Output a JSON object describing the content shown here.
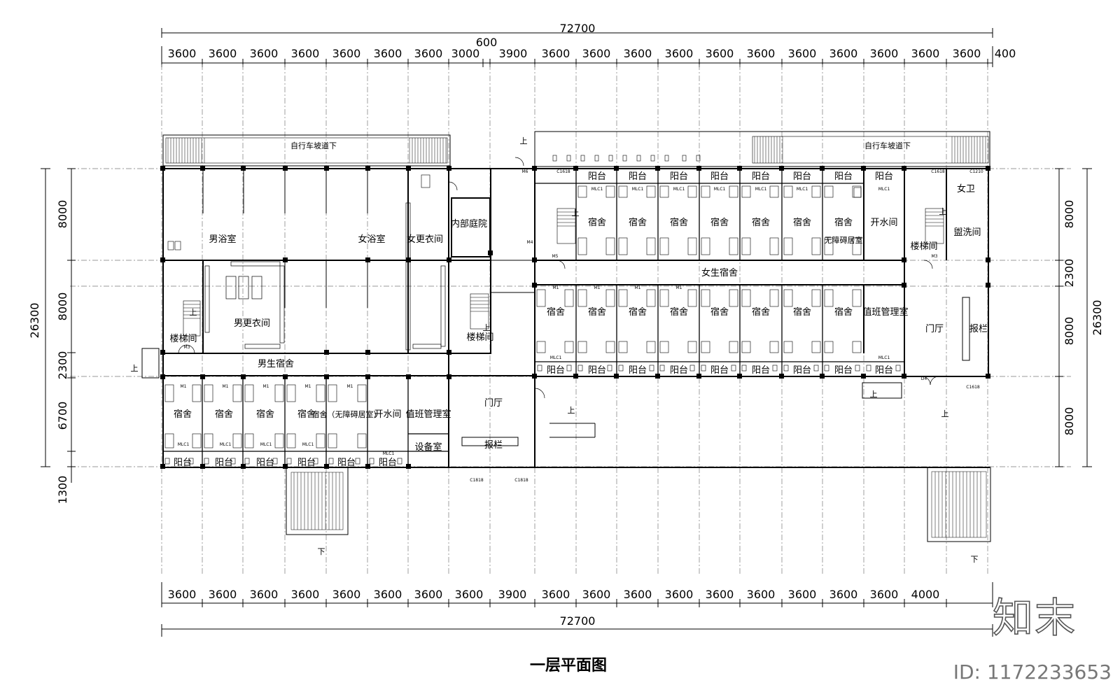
{
  "title": "一层平面图",
  "top_overall_dim": "72700",
  "top_mid_dim": "600",
  "top_dims": [
    "3600",
    "3600",
    "3600",
    "3600",
    "3600",
    "3600",
    "3600",
    "3000",
    "3900",
    "3600",
    "3600",
    "3600",
    "3600",
    "3600",
    "3600",
    "3600",
    "3600",
    "3600",
    "3600",
    "3600",
    "400"
  ],
  "bottom_dims": [
    "3600",
    "3600",
    "3600",
    "3600",
    "3600",
    "3600",
    "3600",
    "3600",
    "3900",
    "3600",
    "3600",
    "3600",
    "3600",
    "3600",
    "3600",
    "3600",
    "3600",
    "3600",
    "4000"
  ],
  "bottom_overall_dim": "72700",
  "left_dims": [
    "8000",
    "8000",
    "2300",
    "6700",
    "1300"
  ],
  "left_overall_dim": "26300",
  "right_dims": [
    "8000",
    "2300",
    "8000",
    "8000"
  ],
  "right_overall_dim": "26300",
  "rooms": {
    "bike_ramp": "自行车坡道下",
    "male_bath": "男浴室",
    "female_bath": "女浴室",
    "female_locker": "女更衣间",
    "courtyard": "内部庭院",
    "male_locker": "男更衣间",
    "stairs": "楼梯间",
    "male_dorm": "男生宿舍",
    "female_dorm": "女生宿舍",
    "dorm": "宿舍",
    "accessible_dorm": "无障碍居室",
    "accessible_dorm_left": "宿舍（无障碍居室）",
    "water_room": "开水间",
    "duty_room": "值班管理室",
    "equipment_room": "设备室",
    "lobby": "门厅",
    "notice_board": "报栏",
    "balcony": "阳台",
    "female_wc": "女卫",
    "washroom": "盥洗间",
    "up": "上",
    "down": "下"
  },
  "tags": {
    "door_m1": "M1",
    "door_m3": "M3",
    "door_m5": "M5",
    "door_m6": "M6",
    "door_m4": "M4",
    "door_d4": "D4",
    "window_c1818": "C1818",
    "window_c1618": "C1618",
    "window_c1210": "C1210",
    "unit_mlc1": "MLC1"
  },
  "brand": "知末",
  "id_text": "ID: 1172233653"
}
